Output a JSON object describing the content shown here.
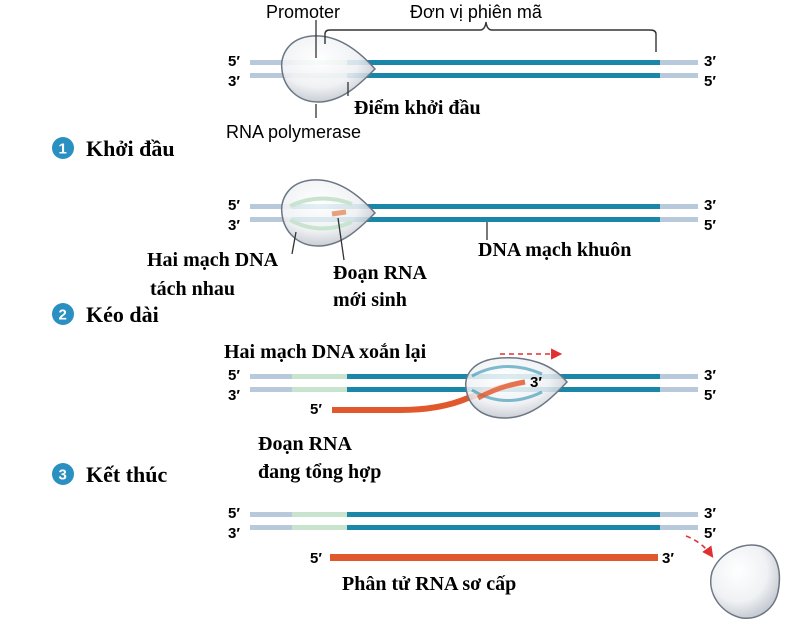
{
  "colors": {
    "dna_dark": "#1a86a8",
    "dna_light": "#b7c9db",
    "promoter": "#c8e4cf",
    "rna": "#e0582b",
    "step_circle": "#2a8fc1",
    "polymerase_fill": "#eef0f3",
    "arrow": "#e03030"
  },
  "top": {
    "promoter_label": "Promoter",
    "unit_label": "Đơn vị phiên mã",
    "start_point_label": "Điểm khởi đầu",
    "polymerase_label": "RNA polymerase",
    "end_5_top": "5′",
    "end_3_bottom": "3′",
    "end_3_top_right": "3′",
    "end_5_bottom_right": "5′"
  },
  "step1": {
    "number": "1",
    "title": "Khởi đầu",
    "separated_line1": "Hai mạch DNA",
    "separated_line2": "tách nhau",
    "rna_line1": "Đoạn RNA",
    "rna_line2": "mới sinh",
    "template_label": "DNA mạch khuôn",
    "end_5_top": "5′",
    "end_3_bottom": "3′",
    "end_3_top_right": "3′",
    "end_5_bottom_right": "5′"
  },
  "step2": {
    "number": "2",
    "title": "Kéo dài",
    "rewind_label": "Hai mạch DNA xoắn lại",
    "rna_line1": "Đoạn RNA",
    "rna_line2": "đang tổng hợp",
    "rna_5_end": "5′",
    "rna_3_end": "3′",
    "end_5_top": "5′",
    "end_3_bottom": "3′",
    "end_3_top_right": "3′",
    "end_5_bottom_right": "5′"
  },
  "step3": {
    "number": "3",
    "title": "Kết thúc",
    "rna_label": "Phân tử RNA sơ cấp",
    "rna_5_end": "5′",
    "rna_3_end": "3′",
    "end_5_top": "5′",
    "end_3_bottom": "3′",
    "end_3_top_right": "3′",
    "end_5_bottom_right": "5′"
  }
}
